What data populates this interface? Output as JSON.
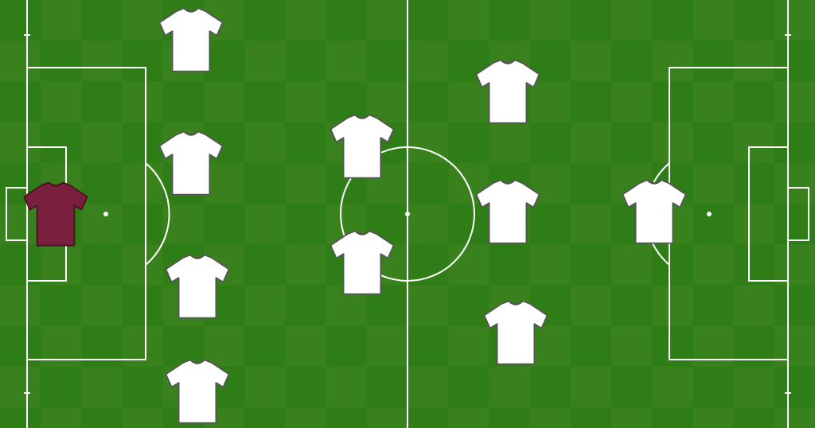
{
  "pitch": {
    "grass_color": "#2f7d16",
    "stripe_color": "#4a8a2a",
    "line_color": "#ffffff"
  },
  "players": [
    {
      "id": "goalkeeper",
      "role": "goalkeeper",
      "shirt_color": "#7a1f3d"
    },
    {
      "id": "defender-1",
      "role": "outfield",
      "shirt_color": "#ffffff"
    },
    {
      "id": "defender-2",
      "role": "outfield",
      "shirt_color": "#ffffff"
    },
    {
      "id": "defender-3",
      "role": "outfield",
      "shirt_color": "#ffffff"
    },
    {
      "id": "defender-4",
      "role": "outfield",
      "shirt_color": "#ffffff"
    },
    {
      "id": "midfielder-1",
      "role": "outfield",
      "shirt_color": "#ffffff"
    },
    {
      "id": "midfielder-2",
      "role": "outfield",
      "shirt_color": "#ffffff"
    },
    {
      "id": "midfielder-3",
      "role": "outfield",
      "shirt_color": "#ffffff"
    },
    {
      "id": "midfielder-4",
      "role": "outfield",
      "shirt_color": "#ffffff"
    },
    {
      "id": "midfielder-5",
      "role": "outfield",
      "shirt_color": "#ffffff"
    },
    {
      "id": "forward-1",
      "role": "outfield",
      "shirt_color": "#ffffff"
    }
  ]
}
